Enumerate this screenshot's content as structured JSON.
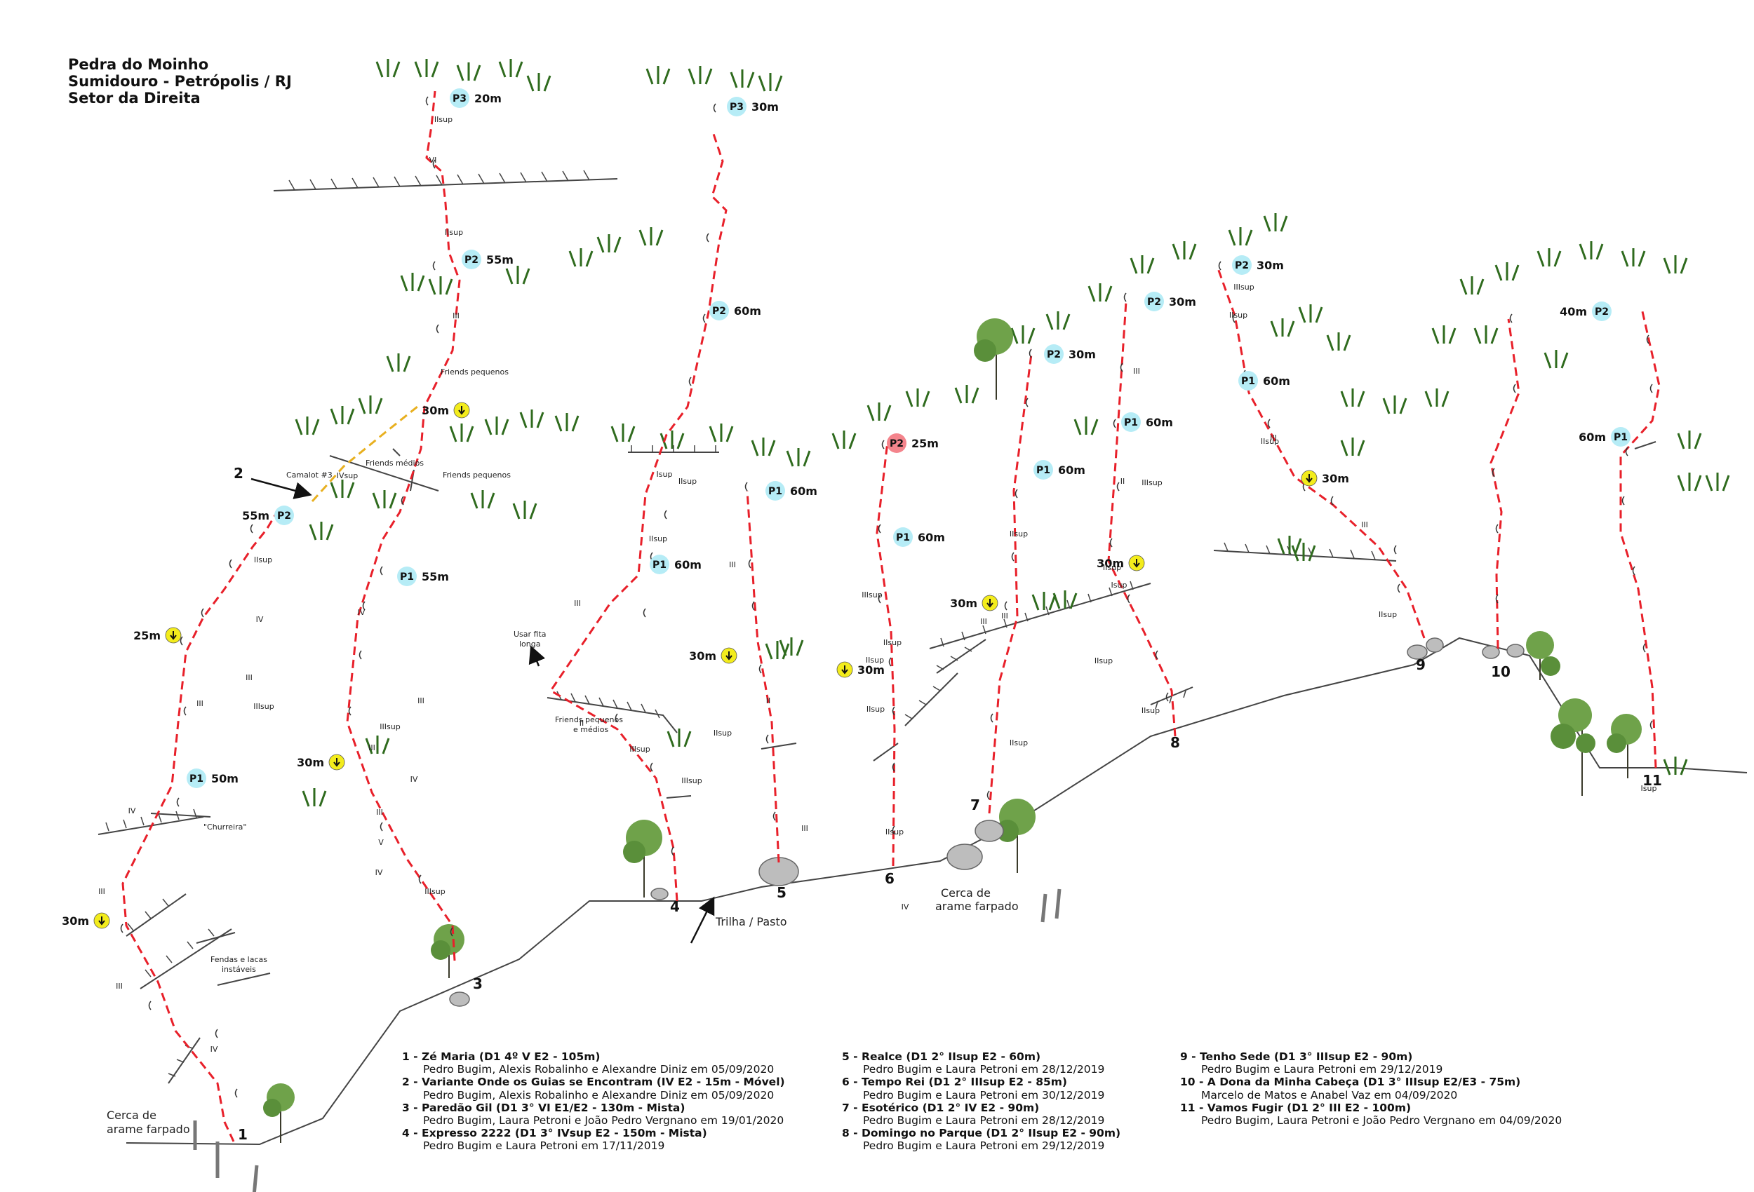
{
  "header": {
    "title_lines": [
      "Pedra do Moinho",
      "Sumidouro - Petrópolis / RJ",
      "Setor da Direita"
    ]
  },
  "colors": {
    "route": "#e8202a",
    "variant": "#e8b020",
    "belay": "#b6ecf6",
    "belay_alt": "#f4848c",
    "rappel": "#f3ec1c",
    "terrain": "#333333",
    "vegetation": "#2f6b1e"
  },
  "route_numbers": [
    "1",
    "2",
    "3",
    "4",
    "5",
    "6",
    "7",
    "8",
    "9",
    "10",
    "11"
  ],
  "belays": [
    {
      "id": "p3a",
      "label": "P3",
      "dist": "20m"
    },
    {
      "id": "p2a",
      "label": "P2",
      "dist": "55m"
    },
    {
      "id": "p2b",
      "label": "P2",
      "dist": "55m"
    },
    {
      "id": "p1c",
      "label": "P1",
      "dist": "55m"
    },
    {
      "id": "p1a",
      "label": "P1",
      "dist": "50m"
    },
    {
      "id": "p3d",
      "label": "P3",
      "dist": "30m"
    },
    {
      "id": "p2d",
      "label": "P2",
      "dist": "60m"
    },
    {
      "id": "p1d",
      "label": "P1",
      "dist": "60m"
    },
    {
      "id": "p1e",
      "label": "P1",
      "dist": "60m"
    },
    {
      "id": "p2f",
      "label": "P2",
      "dist": "25m"
    },
    {
      "id": "p1f",
      "label": "P1",
      "dist": "60m"
    },
    {
      "id": "p2g",
      "label": "P2",
      "dist": "30m"
    },
    {
      "id": "p1g",
      "label": "P1",
      "dist": "60m"
    },
    {
      "id": "p2h",
      "label": "P2",
      "dist": "30m"
    },
    {
      "id": "p1h",
      "label": "P1",
      "dist": "60m"
    },
    {
      "id": "p2i",
      "label": "P2",
      "dist": "30m"
    },
    {
      "id": "p1i",
      "label": "P1",
      "dist": "60m"
    },
    {
      "id": "p2k",
      "label": "P2",
      "dist": "40m"
    },
    {
      "id": "p1k",
      "label": "P1",
      "dist": "60m"
    }
  ],
  "rappels": [
    {
      "id": "r1",
      "dist": "30m"
    },
    {
      "id": "r2",
      "dist": "25m"
    },
    {
      "id": "r3",
      "dist": "30m"
    },
    {
      "id": "r4",
      "dist": "30m"
    },
    {
      "id": "r5",
      "dist": "30m"
    },
    {
      "id": "r6",
      "dist": "30m"
    },
    {
      "id": "r7",
      "dist": "30m"
    },
    {
      "id": "r8",
      "dist": "30m"
    },
    {
      "id": "r9",
      "dist": "30m"
    }
  ],
  "notes": [
    "Friends pequenos",
    "Friends médios",
    "Friends pequenos",
    "Camalot #3",
    "\"Churreira\"",
    "Fendas e lacas",
    "instáveis",
    "Usar fita",
    "longa",
    "Friends pequenos",
    "e médios",
    "Cerca de",
    "arame farpado",
    "Trilha / Pasto",
    "Cerca de",
    "arame farpado"
  ],
  "grades": [
    "IIsup",
    "VI",
    "IIsup",
    "III",
    "IIsup",
    "IV",
    "IIIsup",
    "III",
    "III",
    "IV",
    "V",
    "IV",
    "IV",
    "III",
    "III",
    "IV",
    "III",
    "IV",
    "IVsup",
    "IIIsup",
    "III",
    "III",
    "IIIsup",
    "III",
    "II",
    "Isup",
    "IIsup",
    "IIsup",
    "II",
    "III",
    "IIIsup",
    "IIIsup",
    "III",
    "IIsup",
    "IV",
    "IIIsup",
    "IIsup",
    "IIsup",
    "IIsup",
    "IIsup",
    "III",
    "III",
    "IIsup",
    "IIsup",
    "Isup",
    "IIsup",
    "IIsup",
    "III",
    "IIIsup",
    "II",
    "IIsup",
    "IIIsup",
    "IIsup",
    "IIsup",
    "III",
    "IIsup",
    "Isup",
    "III"
  ],
  "legend": [
    {
      "title": "1 - Zé Maria (D1 4º V E2 - 105m)",
      "authors": "Pedro Bugim, Alexis Robalinho e Alexandre Diniz em 05/09/2020"
    },
    {
      "title": "2 - Variante Onde os Guias se Encontram (IV E2 - 15m - Móvel)",
      "authors": "Pedro Bugim, Alexis Robalinho e Alexandre Diniz em 05/09/2020"
    },
    {
      "title": "3 - Paredão Gil (D1 3° VI E1/E2 - 130m - Mista)",
      "authors": "Pedro Bugim, Laura Petroni e João Pedro Vergnano em 19/01/2020"
    },
    {
      "title": "4 - Expresso 2222 (D1 3° IVsup E2 - 150m - Mista)",
      "authors": "Pedro Bugim e Laura Petroni em 17/11/2019"
    },
    {
      "title": "5 - Realce (D1 2° IIsup E2 - 60m)",
      "authors": "Pedro Bugim e Laura Petroni em 28/12/2019"
    },
    {
      "title": "6 - Tempo Rei (D1 2° IIIsup E2 - 85m)",
      "authors": "Pedro Bugim e Laura Petroni em 30/12/2019"
    },
    {
      "title": "7 - Esotérico (D1 2° IV E2 - 90m)",
      "authors": "Pedro Bugim e Laura Petroni em 28/12/2019"
    },
    {
      "title": "8 - Domingo no Parque (D1 2° IIsup E2 - 90m)",
      "authors": "Pedro Bugim e Laura Petroni em 29/12/2019"
    },
    {
      "title": "9 - Tenho Sede (D1 3° IIIsup E2 - 90m)",
      "authors": "Pedro Bugim e Laura Petroni em 29/12/2019"
    },
    {
      "title": "10 - A Dona da Minha Cabeça (D1 3° IIIsup E2/E3 - 75m)",
      "authors": "Marcelo de Matos e Anabel Vaz em 04/09/2020"
    },
    {
      "title": "11 - Vamos Fugir (D1 2° III E2 - 100m)",
      "authors": "Pedro Bugim, Laura Petroni e João Pedro Vergnano em 04/09/2020"
    }
  ]
}
